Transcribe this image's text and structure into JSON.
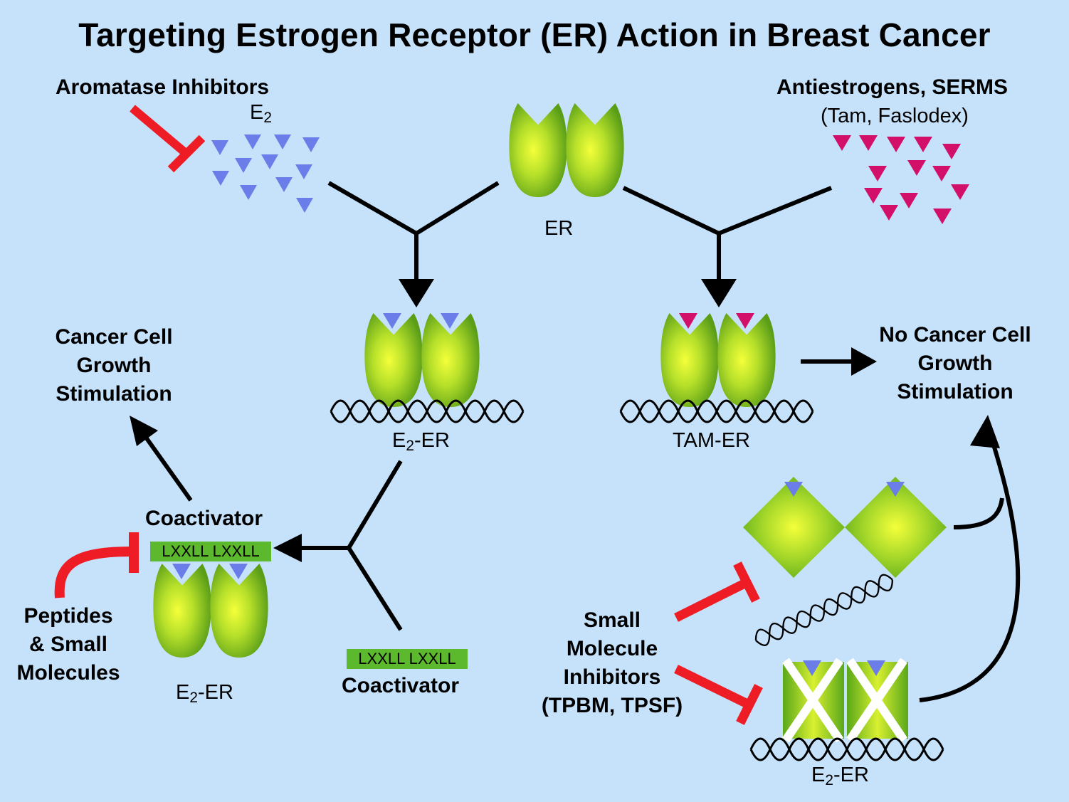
{
  "title": "Targeting Estrogen Receptor (ER) Action in Breast Cancer",
  "labels": {
    "aromatase_inhibitors": "Aromatase Inhibitors",
    "e2_main": "E",
    "e2_main_sub": "2",
    "antiestrogens": "Antiestrogens, SERMS",
    "antiestrogens_examples": "(Tam, Faslodex)",
    "er": "ER",
    "e2_er_center_prefix": "E",
    "e2_er_center_sub": "2",
    "e2_er_center_suffix": "-ER",
    "tam_er": "TAM-ER",
    "cancer_growth_line1": "Cancer Cell",
    "cancer_growth_line2": "Growth",
    "cancer_growth_line3": "Stimulation",
    "no_cancer_line1": "No Cancer Cell",
    "no_cancer_line2": "Growth",
    "no_cancer_line3": "Stimulation",
    "coactivator_top": "Coactivator",
    "coactivator_bottom": "Coactivator",
    "lxxll_bound": "LXXLL  LXXLL",
    "lxxll_free": "LXXLL  LXXLL",
    "peptides_line1": "Peptides",
    "peptides_line2": "& Small",
    "peptides_line3": "Molecules",
    "e2_er_left_prefix": "E",
    "e2_er_left_sub": "2",
    "e2_er_left_suffix": "-ER",
    "small_mol_line1": "Small",
    "small_mol_line2": "Molecule",
    "small_mol_line3": "Inhibitors",
    "small_mol_line4": "(TPBM, TPSF)",
    "e2_er_right_prefix": "E",
    "e2_er_right_sub": "2",
    "e2_er_right_suffix": "-ER"
  },
  "colors": {
    "background": "#c6e2fa",
    "estrogen": "#6a7de8",
    "antiestrogen": "#d2106a",
    "inhibitor": "#ee1c24",
    "receptor_light": "#f0ff30",
    "receptor_dark": "#5aa81a",
    "coactivator_box": "#5cb82c"
  }
}
